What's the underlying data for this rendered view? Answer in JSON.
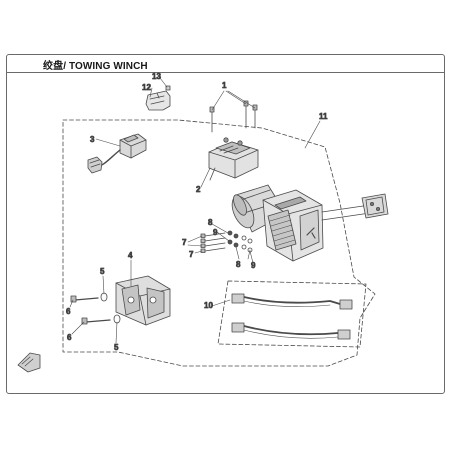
{
  "title": "绞盘/ TOWING WINCH",
  "callouts": {
    "c1": "1",
    "c2": "2",
    "c3": "3",
    "c4": "4",
    "c5a": "5",
    "c5b": "5",
    "c6a": "6",
    "c6b": "6",
    "c7a": "7",
    "c7b": "7",
    "c8a": "8",
    "c8b": "8",
    "c9a": "9",
    "c9b": "9",
    "c10": "10",
    "c11": "11",
    "c12": "12",
    "c13": "13"
  },
  "colors": {
    "line": "#4a4a4a",
    "light_fill": "#dcdcdc",
    "mid_fill": "#bdbdbd",
    "dark_fill": "#555555"
  }
}
